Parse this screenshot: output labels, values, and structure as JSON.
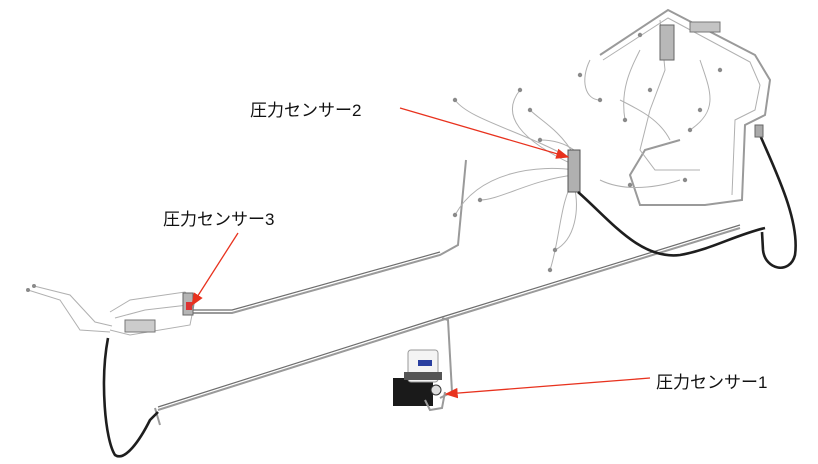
{
  "labels": {
    "sensor1": "圧力センサー1",
    "sensor2": "圧力センサー2",
    "sensor3": "圧力センサー3"
  },
  "colors": {
    "arrow": "#e8321e",
    "pipe": "#9a9a9a",
    "hose": "#1e1e1e"
  }
}
